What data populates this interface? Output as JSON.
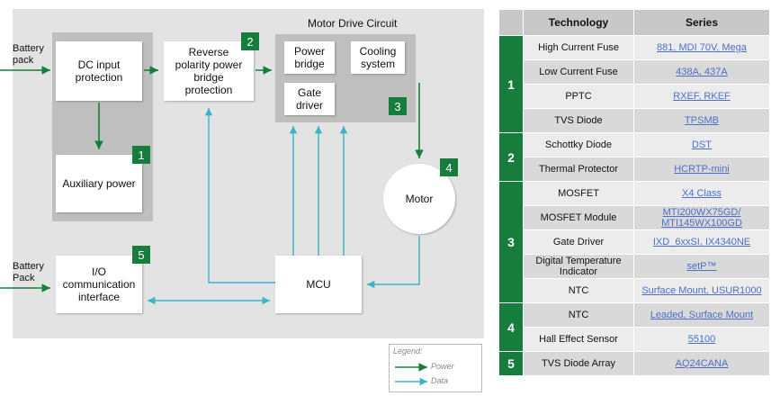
{
  "diagram": {
    "title": "Motor Drive Circuit",
    "battery_pack_top": "Battery\npack",
    "battery_pack_bottom": "Battery\nPack",
    "blocks": {
      "dc_input": "DC input\nprotection",
      "aux_power": "Auxiliary power",
      "reverse_polarity": "Reverse\npolarity power\nbridge\nprotection",
      "power_bridge": "Power\nbridge",
      "cooling": "Cooling\nsystem",
      "gate_driver": "Gate\ndriver",
      "io": "I/O\ncommunication\ninterface",
      "mcu": "MCU",
      "motor": "Motor"
    },
    "badges": {
      "b1": "1",
      "b2": "2",
      "b3": "3",
      "b4": "4",
      "b5": "5"
    },
    "legend": {
      "title": "Legend:",
      "power": "Power",
      "data": "Data"
    },
    "colors": {
      "power": "#177d3d",
      "data": "#3bb3c8",
      "badge": "#177d3d"
    }
  },
  "table": {
    "headers": [
      "Technology",
      "Series"
    ],
    "groups": [
      {
        "num": "1",
        "rows": [
          {
            "tech": "High Current Fuse",
            "series": "881, MDI 70V, Mega"
          },
          {
            "tech": "Low Current Fuse",
            "series": "438A, 437A"
          },
          {
            "tech": "PPTC",
            "series": "RXEF, RKEF"
          },
          {
            "tech": "TVS Diode",
            "series": "TPSMB"
          }
        ]
      },
      {
        "num": "2",
        "rows": [
          {
            "tech": "Schottky Diode",
            "series": "DST"
          },
          {
            "tech": "Thermal Protector",
            "series": "HCRTP-mini"
          }
        ]
      },
      {
        "num": "3",
        "rows": [
          {
            "tech": "MOSFET",
            "series": "X4 Class"
          },
          {
            "tech": "MOSFET Module",
            "series": "MTI200WX75GD/\nMTI145WX100GD"
          },
          {
            "tech": "Gate Driver",
            "series": "IXD_6xxSI, IX4340NE"
          },
          {
            "tech": "Digital Temperature\nIndicator",
            "series": "setP™"
          },
          {
            "tech": "NTC",
            "series": "Surface Mount, USUR1000"
          }
        ]
      },
      {
        "num": "4",
        "rows": [
          {
            "tech": "NTC",
            "series": "Leaded, Surface Mount"
          },
          {
            "tech": "Hall Effect Sensor",
            "series": "55100"
          }
        ]
      },
      {
        "num": "5",
        "rows": [
          {
            "tech": "TVS Diode Array",
            "series": "AQ24CANA"
          }
        ]
      }
    ]
  }
}
